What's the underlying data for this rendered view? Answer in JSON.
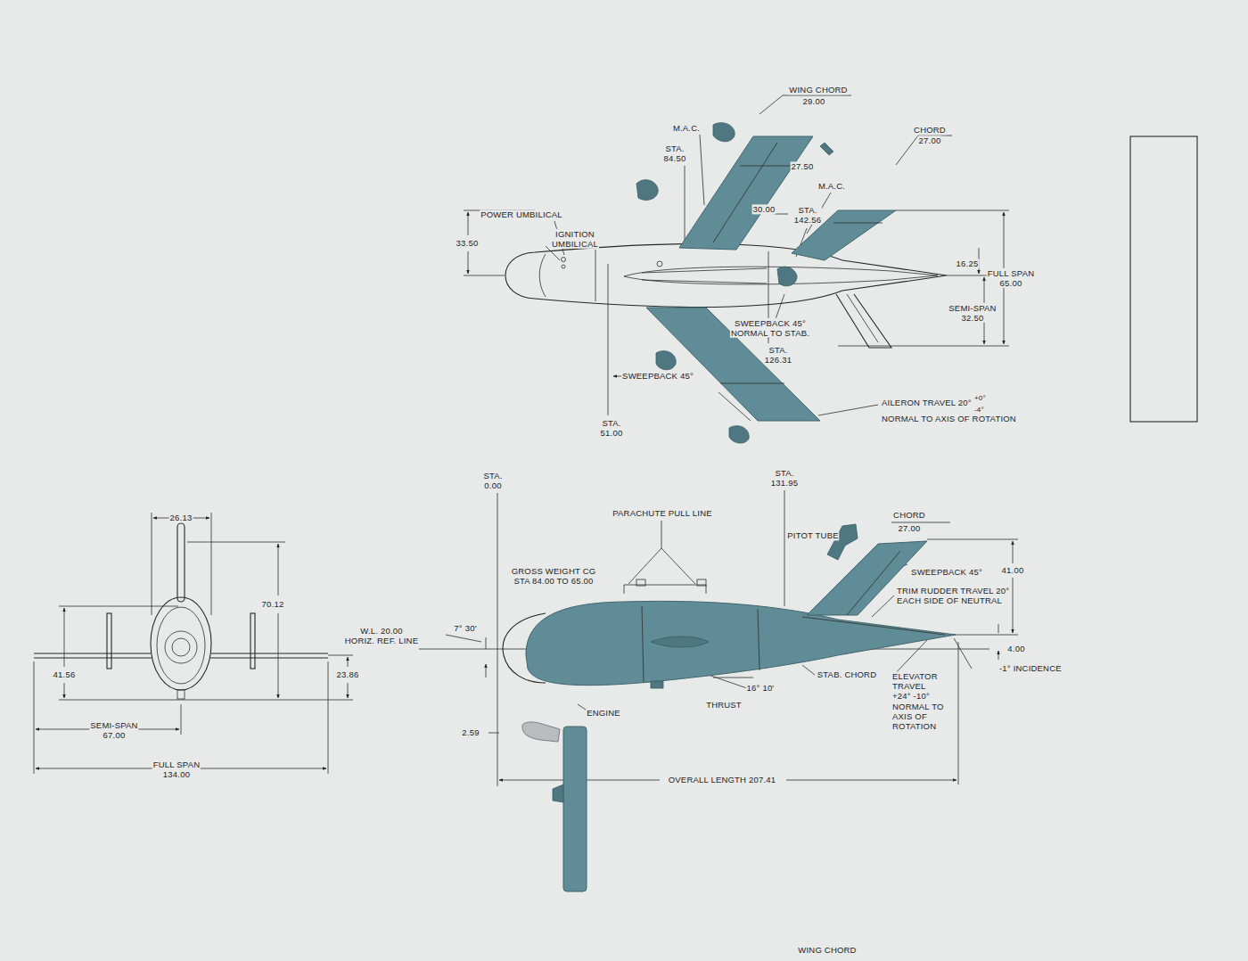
{
  "diagram": {
    "labels": [
      "WING CHORD",
      "29.00",
      "M.A.C.",
      "STA. 84.50",
      "CHORD",
      "27.00",
      "27.50",
      "M.A.C.",
      "30.00",
      "STA. 142.56",
      "POWER UMBILICAL",
      "IGNITION UMBILICAL",
      "33.50",
      "16.25",
      "FULL SPAN 65.00",
      "SEMI-SPAN 32.50",
      "SWEEPBACK 45° NORMAL TO STAB.",
      "STA. 126.31",
      "SWEEPBACK 45°",
      "AILERON TRAVEL 20°",
      "+0°",
      "-4°",
      "NORMAL TO AXIS OF ROTATION",
      "STA. 51.00",
      "26.13",
      "70.12",
      "41.56",
      "23.86",
      "SEMI-SPAN 67.00",
      "FULL SPAN 134.00",
      "STA. 0.00",
      "STA. 131.95",
      "PARACHUTE PULL LINE",
      "GROSS WEIGHT CG STA 84.00 TO 65.00",
      "PITOT TUBE",
      "CHORD",
      "27.00",
      "SWEEPBACK 45°",
      "41.00",
      "TRIM RUDDER TRAVEL 20° EACH SIDE OF NEUTRAL",
      "W.L. 20.00 HORIZ. REF. LINE",
      "7° 30'",
      "4.00",
      "-1° INCIDENCE",
      "STAB. CHORD",
      "ELEVATOR TRAVEL +24° -10° NORMAL TO AXIS OF ROTATION",
      "16° 10'",
      "THRUST",
      "ENGINE",
      "2.59",
      "OVERALL LENGTH 207.41",
      "WING CHORD"
    ]
  }
}
